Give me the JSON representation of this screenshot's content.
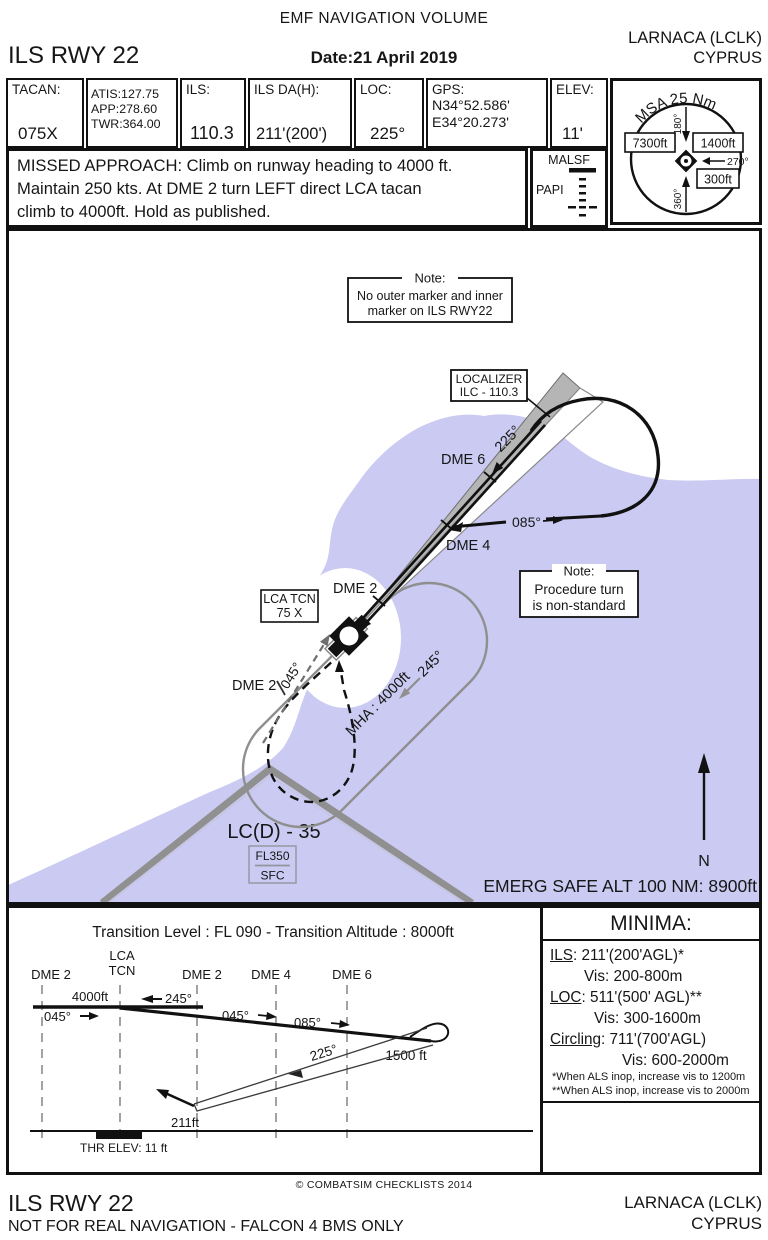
{
  "header": {
    "volume": "EMF NAVIGATION VOLUME",
    "procedure": "ILS RWY 22",
    "date": "Date:21 April 2019",
    "airport": "LARNACA (LCLK)",
    "region": "CYPRUS"
  },
  "infobar": {
    "tacan_label": "TACAN:",
    "tacan_value": "075X",
    "freq_atis": "ATIS:127.75",
    "freq_app": "APP:278.60",
    "freq_twr": "TWR:364.00",
    "ils_label": "ILS:",
    "ils_value": "110.3",
    "da_label": "ILS DA(H):",
    "da_value": "211'(200')",
    "loc_label": "LOC:",
    "loc_value": "225°",
    "gps_label": "GPS:",
    "gps_lat": "N34°52.586'",
    "gps_lon": "E34°20.273'",
    "elev_label": "ELEV:",
    "elev_value": "11'"
  },
  "missed_approach": "MISSED APPROACH: Climb on runway heading to 4000 ft.\nMaintain 250 kts. At DME 2 turn LEFT direct LCA tacan\nclimb to 4000ft. Hold as published.",
  "lighting": {
    "malsf": "MALSF",
    "papi": "PAPI"
  },
  "msa": {
    "title": "MSA 25 Nm",
    "d180": "180°",
    "d270": "270°",
    "d360": "360°",
    "sector_w": "7300ft",
    "sector_e": "1400ft",
    "sector_se": "300ft"
  },
  "plan": {
    "note1_title": "Note:",
    "note1_line1": "No outer marker and inner",
    "note1_line2": "marker on ILS RWY22",
    "note2_title": "Note:",
    "note2_line1": "Procedure turn",
    "note2_line2": "is non-standard",
    "localizer_line1": "LOCALIZER",
    "localizer_line2": "ILC - 110.3",
    "lca_line1": "LCA TCN",
    "lca_line2": "75 X",
    "dme6": "DME 6",
    "dme4": "DME 4",
    "dme2": "DME 2",
    "crs225": "225°",
    "crs085": "085°",
    "crs045": "045°",
    "crs245": "245°",
    "mha": "MHA : 4000ft",
    "restricted_name": "LC(D) - 35",
    "restricted_top": "FL350",
    "restricted_bottom": "SFC",
    "emerg": "EMERG SAFE ALT 100 NM: 8900ft",
    "north": "N"
  },
  "profile": {
    "title": "Transition Level : FL 090  -  Transition Altitude : 8000ft",
    "dme2_left": "DME 2",
    "lca_line1": "LCA",
    "lca_line2": "TCN",
    "dme2_right": "DME 2",
    "dme4": "DME 4",
    "dme6": "DME 6",
    "alt_hold": "4000ft",
    "crs245": "245°",
    "crs045_left": "045°",
    "crs045_mid": "045°",
    "crs085": "085°",
    "crs225": "225°",
    "alt_pt": "1500 ft",
    "alt_da": "211ft",
    "thr": "THR ELEV: 11 ft"
  },
  "minima": {
    "title": "MINIMA:",
    "ils_label": "ILS",
    "ils_value": ": 211'(200'AGL)*",
    "ils_vis": "Vis: 200-800m",
    "loc_label": "LOC",
    "loc_value": ": 511'(500' AGL)**",
    "loc_vis": "Vis: 300-1600m",
    "circling_label": "Circling",
    "circling_value": ": 711'(700'AGL)",
    "circling_vis": "Vis: 600-2000m",
    "footnote1": "*When ALS inop, increase vis to 1200m",
    "footnote2": "**When ALS inop, increase vis to 2000m"
  },
  "footer": {
    "copyright": "© COMBATSIM CHECKLISTS 2014",
    "procedure": "ILS RWY 22",
    "disclaimer": "NOT FOR REAL NAVIGATION - FALCON 4 BMS ONLY",
    "airport": "LARNACA (LCLK)",
    "region": "CYPRUS"
  },
  "colors": {
    "water": "#cacaf2",
    "gray": "#8f8f8f",
    "ink": "#111111"
  }
}
